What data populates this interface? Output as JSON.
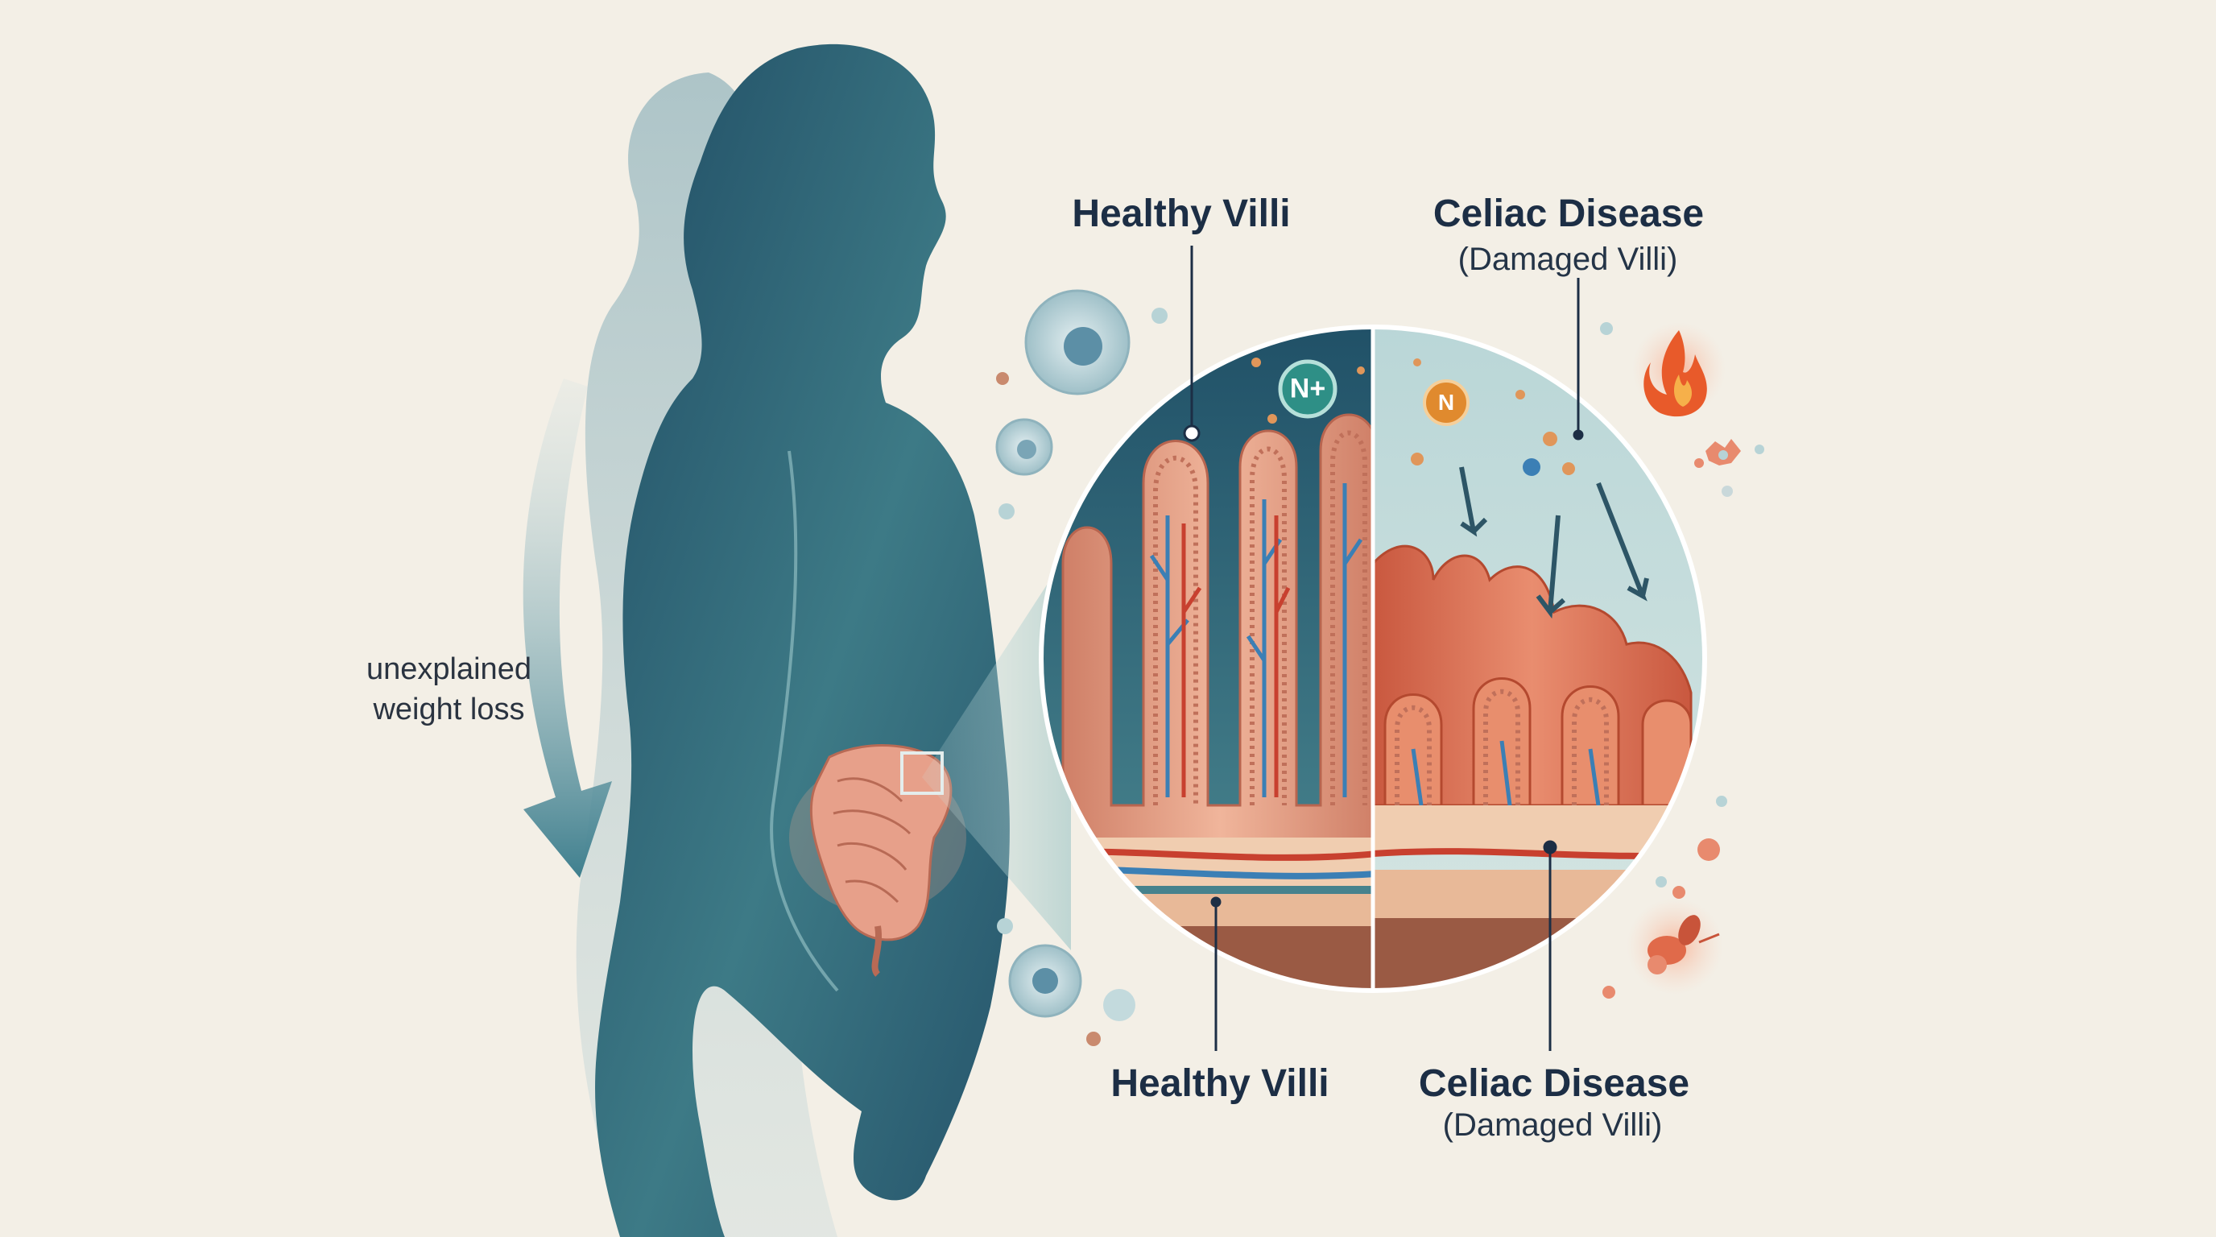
{
  "labels": {
    "top_left_title": "Healthy Villi",
    "top_right_title": "Celiac Disease",
    "top_right_sub": "(Damaged Villi)",
    "bottom_left_title": "Healthy Villi",
    "bottom_right_title": "Celiac Disease",
    "bottom_right_sub": "(Damaged Villi)",
    "weight_loss_line1": "unexplained",
    "weight_loss_line2": "weight loss",
    "badge_healthy": "N+",
    "badge_damaged": "N"
  },
  "icons": [
    "body-silhouette-icon",
    "intestine-icon",
    "down-arrow-icon",
    "cell-icon",
    "flame-icon",
    "bacteria-icon"
  ],
  "colors": {
    "background": "#f3efe6",
    "silhouette": "#2f5b6e",
    "villi_healthy": "#e7a58c",
    "villi_damaged": "#d9765c",
    "vessel_blue": "#3b7fb5",
    "vessel_red": "#c8402f",
    "text": "#1c2e45",
    "badge_green": "#2e8f86",
    "badge_orange": "#e08a2e",
    "flame": "#e85a2a"
  }
}
